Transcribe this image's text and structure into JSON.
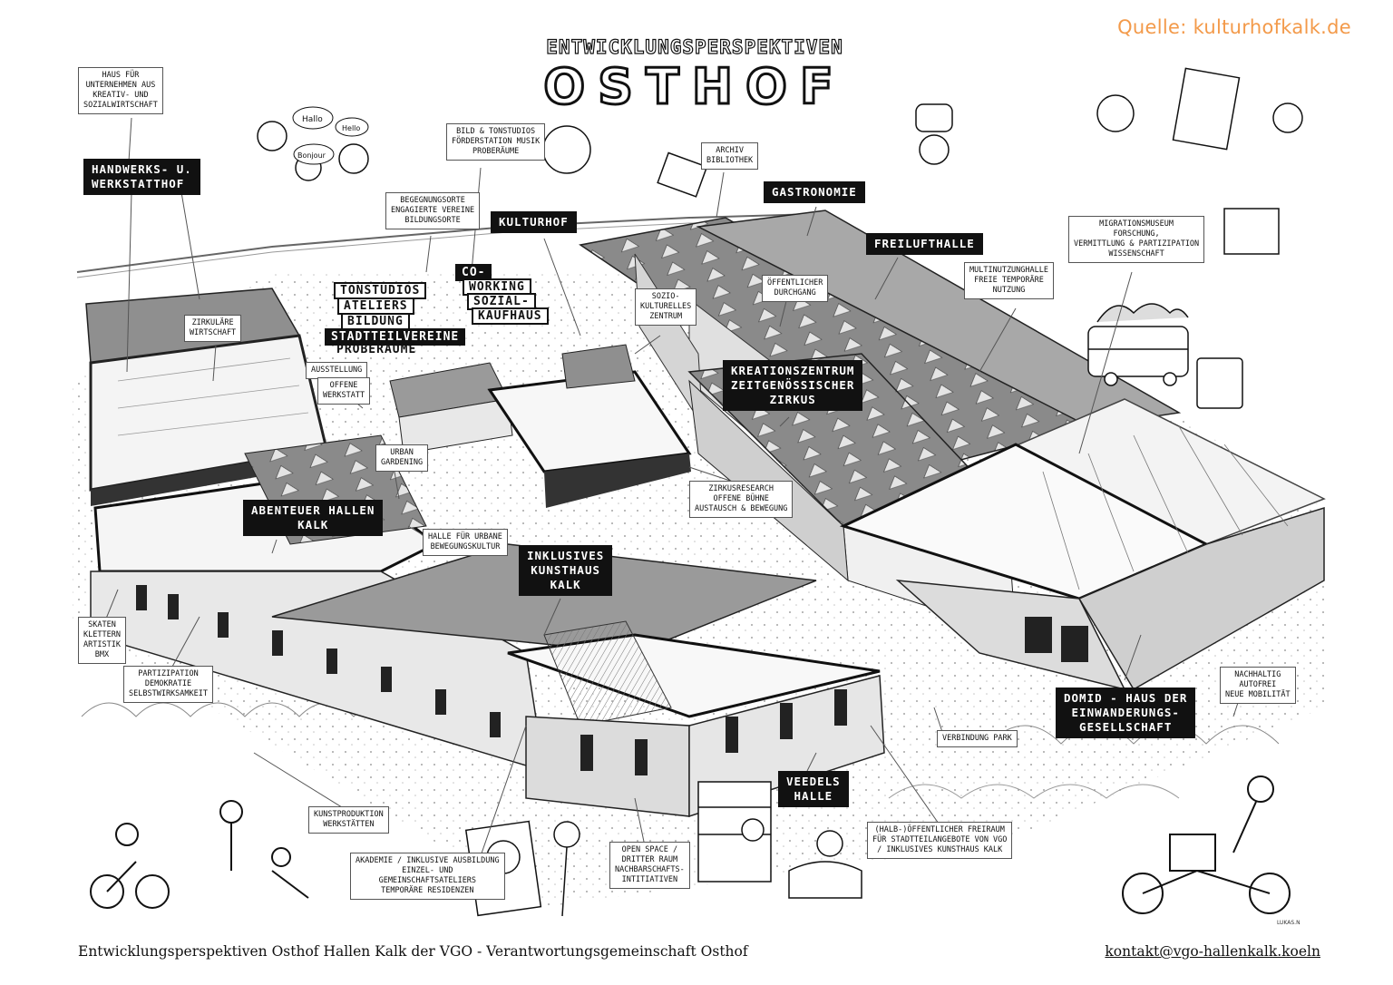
{
  "source": "Quelle: kulturhofkalk.de",
  "title_line1": "ENTWICKLUNGSPERSPEKTIVEN",
  "title_line2": "OSTHOF",
  "black_labels": {
    "handwerk": "HANDWERKS- U.\nWERKSTATTHOF",
    "kulturhof": "KULTURHOF",
    "gastronomie": "GASTRONOMIE",
    "freilufthalle": "FREILUFTHALLE",
    "kreationszentrum": "KREATIONSZENTRUM\nZEITGENÖSSISCHER\nZIRKUS",
    "abenteuer": "ABENTEUER HALLEN\nKALK",
    "kunsthaus": "INKLUSIVES\nKUNSTHAUS\nKALK",
    "domid": "DOMID - HAUS DER\nEINWANDERUNGS-\nGESELLSCHAFT",
    "veedels": "VEEDELS\nHALLE"
  },
  "signs": {
    "s1": "TONSTUDIOS",
    "s2": "ATELIERS",
    "s3": "BILDUNG",
    "s4": "STADTTEILVEREINE",
    "s5": "PROBERÄUME",
    "s6": "CO-",
    "s7": "WORKING",
    "s8": "SOZIAL-",
    "s9": "KAUFHAUS"
  },
  "white_labels": {
    "haus": "HAUS FÜR\nUNTERNEHMEN AUS\nKREATIV- UND\nSOZIALWIRTSCHAFT",
    "bild": "BILD & TONSTUDIOS\nFÖRDERSTATION MUSIK\nPROBERÄUME",
    "begegnung": "BEGEGNUNGSORTE\nENGAGIERTE VEREINE\nBILDUNGSORTE",
    "archiv": "ARCHIV\nBIBLIOTHEK",
    "migration": "MIGRATIONSMUSEUM\nFORSCHUNG,\nVERMITTLUNG & PARTIZIPATION\nWISSENSCHAFT",
    "multi": "MULTINUTZUNGHALLE\nFREIE TEMPORÄRE\nNUTZUNG",
    "oeffentlich": "ÖFFENTLICHER\nDURCHGANG",
    "sozio": "SOZIO-\nKULTURELLES\nZENTRUM",
    "zirkulaer": "ZIRKULÄRE\nWIRTSCHAFT",
    "ausstellung": "AUSSTELLUNG",
    "offene": "OFFENE\nWERKSTATT",
    "urban": "URBAN\nGARDENING",
    "zirkusresearch": "ZIRKUSRESEARCH\nOFFENE BÜHNE\nAUSTAUSCH & BEWEGUNG",
    "halle_urban": "HALLE FÜR URBANE\nBEWEGUNGSKULTUR",
    "skaten": "SKATEN\nKLETTERN\nARTISTIK\nBMX",
    "partizipation": "PARTIZIPATION\nDEMOKRATIE\nSELBSTWIRKSAMKEIT",
    "verbindung": "VERBINDUNG PARK",
    "nachhaltig": "NACHHALTIG\nAUTOFREI\nNEUE MOBILITÄT",
    "kunstproduktion": "KUNSTPRODUKTION\nWERKSTÄTTEN",
    "akademie": "AKADEMIE / INKLUSIVE AUSBILDUNG\nEINZEL- UND\nGEMEINSCHAFTSATELIERS\nTEMPORÄRE RESIDENZEN",
    "open_space": "OPEN SPACE /\nDRITTER RAUM\nNACHBARSCHAFTS-\nINTITIATIVEN",
    "halb": "(HALB-)ÖFFENTLICHER FREIRAUM\nFÜR STADTTEILANGEBOTE VON VGO\n/ INKLUSIVES KUNSTHAUS KALK"
  },
  "speech": {
    "hallo1": "Hallo",
    "hallo2": "Hello",
    "bonjour": "Bonjour"
  },
  "signature": "LUKAS.N",
  "footer": {
    "left": "Entwicklungsperspektiven Osthof Hallen Kalk der VGO - Verantwortungsgemeinschaft Osthof",
    "right": "kontakt@vgo-hallenkalk.koeln"
  }
}
